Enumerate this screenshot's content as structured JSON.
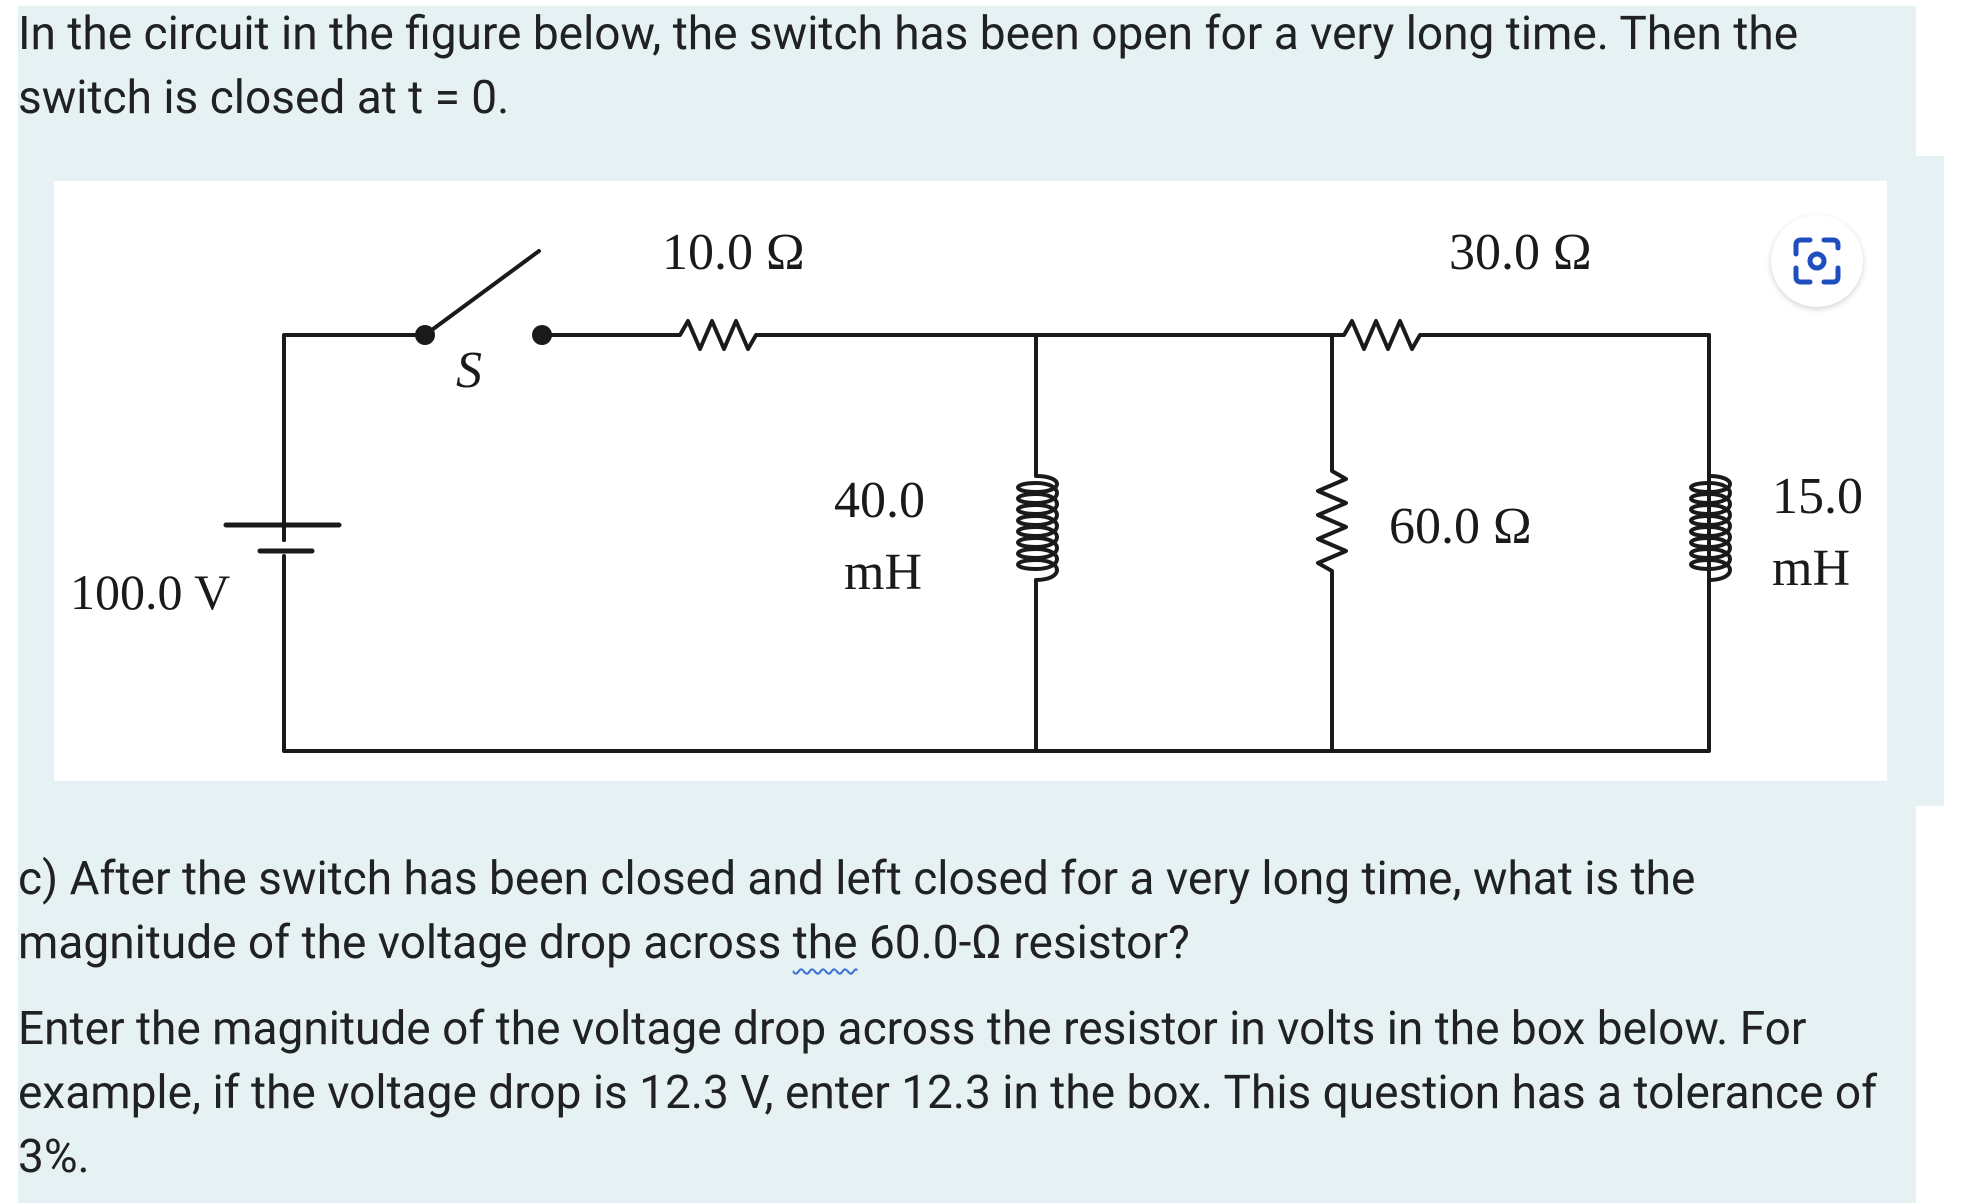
{
  "intro": {
    "line1": "In the circuit in the figure below, the switch has been open for a very long time. Then the",
    "line2": "switch is closed at t = 0."
  },
  "figure": {
    "battery_label": "100.0 V",
    "switch_label": "S",
    "resistor_top_left": "10.0 Ω",
    "resistor_top_right": "30.0 Ω",
    "inductor_left_value": "40.0",
    "inductor_left_unit": "mH",
    "resistor_middle": "60.0 Ω",
    "inductor_right_value": "15.0",
    "inductor_right_unit": "mH"
  },
  "lens_button": {
    "icon": "lens-scan-icon"
  },
  "question": {
    "line1": "c) After the switch has been closed and left closed for a very long time, what is the",
    "line2_before": "magnitude of the voltage drop across ",
    "line2_underlined": "the",
    "line2_after": " 60.0-Ω resistor?"
  },
  "instructions": {
    "line1": "Enter the magnitude of the voltage drop across the resistor in volts in the box below. For",
    "line2": "example, if the voltage drop is 12.3 V, enter 12.3 in the box. This question has a tolerance of",
    "line3": "3%."
  },
  "colors": {
    "panel_background": "#e6f1f4",
    "text": "#202124",
    "figure_background": "#ffffff",
    "wire": "#1a1a1a"
  }
}
